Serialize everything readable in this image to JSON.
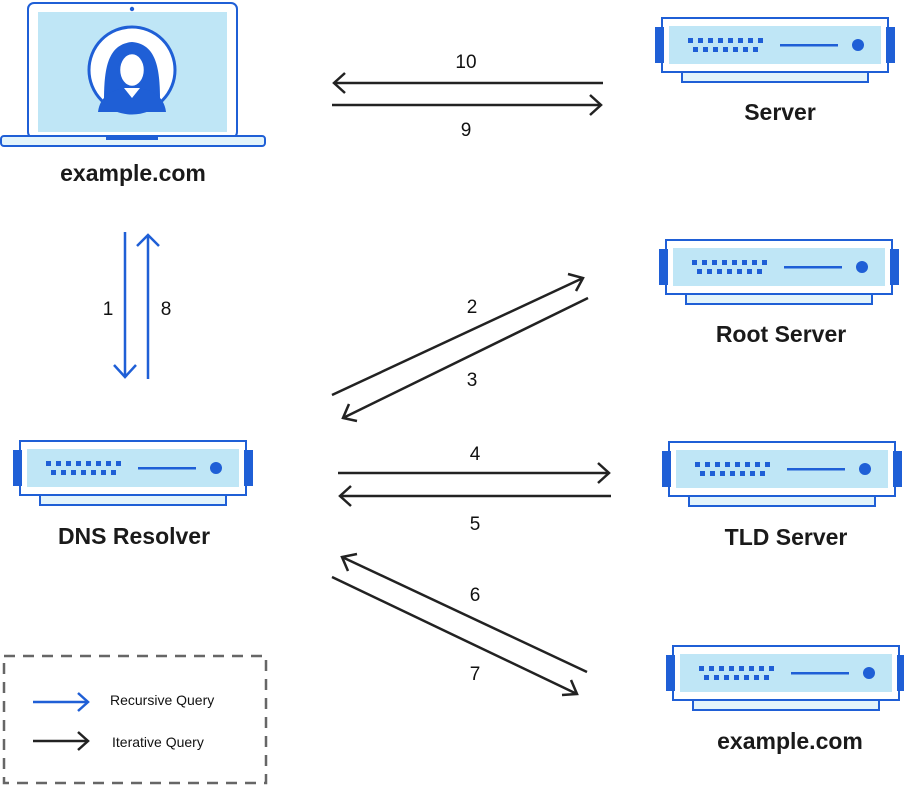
{
  "colors": {
    "blue": "#1f5fd6",
    "light_blue": "#bfe6f6",
    "pale_blue": "#e3f4fb",
    "dark": "#222222",
    "legend_border": "#666666"
  },
  "nodes": {
    "client": {
      "label": "example.com",
      "icon": "laptop-user-icon"
    },
    "server": {
      "label": "Server",
      "icon": "server-icon"
    },
    "root_server": {
      "label": "Root Server",
      "icon": "server-icon"
    },
    "dns_resolver": {
      "label": "DNS Resolver",
      "icon": "server-icon"
    },
    "tld_server": {
      "label": "TLD Server",
      "icon": "server-icon"
    },
    "authoritative": {
      "label": "example.com",
      "icon": "server-icon"
    }
  },
  "steps": {
    "s1": "1",
    "s2": "2",
    "s3": "3",
    "s4": "4",
    "s5": "5",
    "s6": "6",
    "s7": "7",
    "s8": "8",
    "s9": "9",
    "s10": "10"
  },
  "legend": {
    "recursive": "Recursive Query",
    "iterative": "Iterative Query"
  }
}
